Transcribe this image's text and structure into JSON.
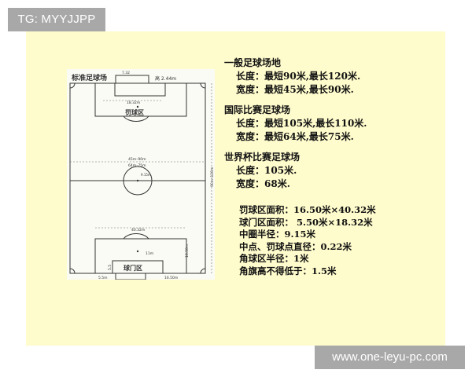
{
  "overlay": {
    "tg_badge": "TG: MYYJJPP",
    "watermark": "www.one-leyu-pc.com"
  },
  "colors": {
    "slide_background": "#fefbcc",
    "badge_background": "#a8a8a8",
    "badge_text": "#ffffff",
    "text": "#111111"
  },
  "diagram": {
    "title": "标准足球场",
    "goal_width_label": "7.32",
    "goal_height_label": "高 2.44m",
    "goal_area_width_label": "18.32m",
    "penalty_area_label": "罚球区",
    "side_width_label_1": "45m–90m",
    "side_width_label_2": "64m–75m",
    "center_radius_label": "9.15m",
    "length_label": "90m–120m",
    "penalty_area_width_label": "40.32m",
    "penalty_spot_distance_label": "11m",
    "penalty_area_depth_label": "16.50m",
    "goal_area_depth_label": "5.5",
    "goal_area_label": "球门区",
    "bottom_left_label": "5.5m",
    "bottom_right_label": "16.50m"
  },
  "sections": [
    {
      "title": "一般足球场地",
      "lines": [
        {
          "label": "长度：",
          "value": "最短90米,最长120米."
        },
        {
          "label": "宽度：",
          "value": "最短45米,最长90米."
        }
      ]
    },
    {
      "title": "国际比赛足球场",
      "lines": [
        {
          "label": "长度：",
          "value": "最短105米,最长110米."
        },
        {
          "label": "宽度：",
          "value": "最短64米,最长75米."
        }
      ]
    },
    {
      "title": "世界杯比赛足球场",
      "lines": [
        {
          "label": "长度：",
          "value": "105米."
        },
        {
          "label": "宽度：",
          "value": "68米."
        }
      ]
    }
  ],
  "specs": [
    {
      "label": "罚球区面积：",
      "value": "16.50米×40.32米"
    },
    {
      "label": "球门区面积：",
      "value": " 5.50米×18.32米"
    },
    {
      "label": "中圈半径：",
      "value": "9.15米"
    },
    {
      "label": "中点、罚球点直径：",
      "value": "0.22米"
    },
    {
      "label": "角球区半径：",
      "value": "1米"
    },
    {
      "label": "角旗高不得低于：",
      "value": "1.5米"
    }
  ]
}
